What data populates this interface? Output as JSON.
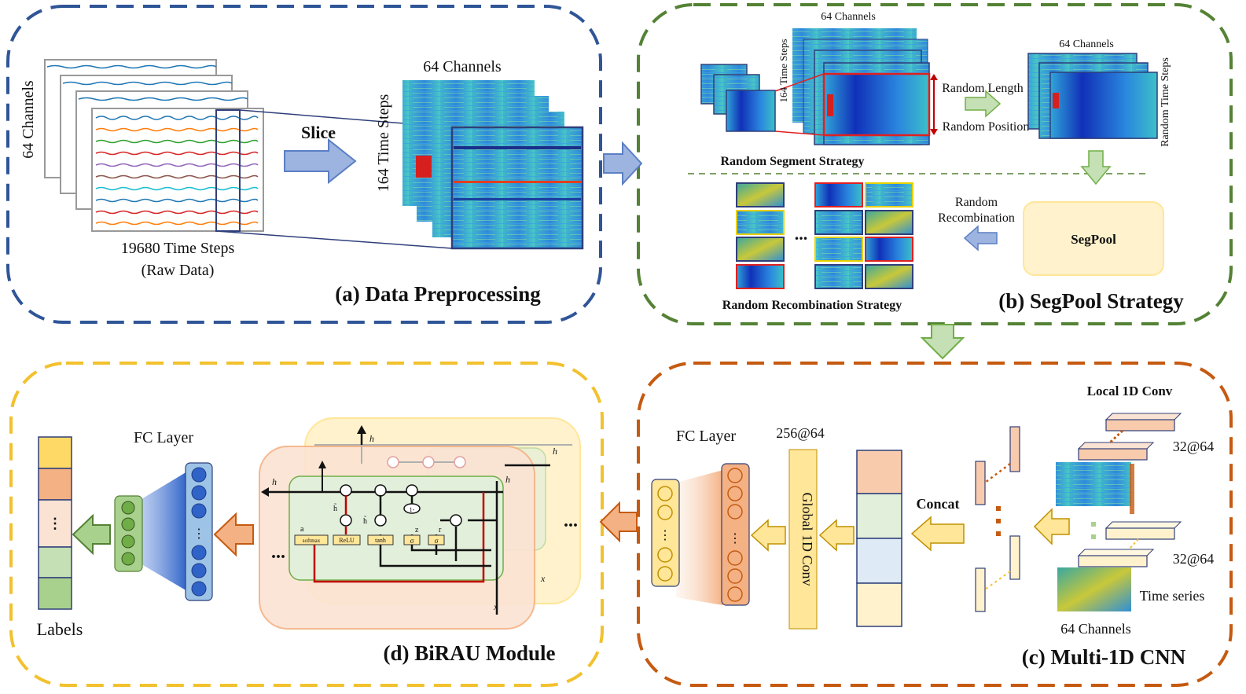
{
  "panel_a": {
    "title": "(a) Data Preprocessing",
    "channels": "64 Channels",
    "time_steps": "19680 Time Steps",
    "raw": "(Raw Data)",
    "slice": "Slice",
    "hm_channels": "64 Channels",
    "hm_steps": "164 Time Steps"
  },
  "panel_b": {
    "title": "(b) SegPool Strategy",
    "top_channels": "64 Channels",
    "top_steps": "164 Time Steps",
    "random_length": "Random Length",
    "random_position": "Random Position",
    "right_channels": "64 Channels",
    "random_time_steps": "Random Time Steps",
    "segment_strategy": "Random Segment Strategy",
    "recomb_line1": "Random",
    "recomb_line2": "Recombination",
    "segpool": "SegPool",
    "recomb_strategy": "Random Recombination Strategy",
    "ellipsis": "..."
  },
  "panel_c": {
    "title": "(c) Multi-1D CNN",
    "fc_layer": "FC Layer",
    "size_256": "256@64",
    "global_conv": "Global 1D Conv",
    "concat": "Concat",
    "local_conv": "Local 1D Conv",
    "size_32a": "32@64",
    "size_32b": "32@64",
    "time_series": "Time series",
    "channels": "64 Channels"
  },
  "panel_d": {
    "title": "(d) BiRAU Module",
    "fc_layer": "FC Layer",
    "labels": "Labels",
    "ellipsis": "...",
    "h_t": "h",
    "x_t": "x",
    "softmax": "softmax",
    "relu": "ReLU",
    "tanh": "tanh",
    "sigma": "σ",
    "one_minus": "1-"
  },
  "colors": {
    "blue_border": "#2f5597",
    "green_border": "#548235",
    "orange_border": "#c55a11",
    "yellow_border": "#f2c12e",
    "arrow_blue": "#8faadc",
    "arrow_green": "#a9d18e",
    "arrow_orange": "#f4b183",
    "arrow_yellow": "#ffe699"
  }
}
